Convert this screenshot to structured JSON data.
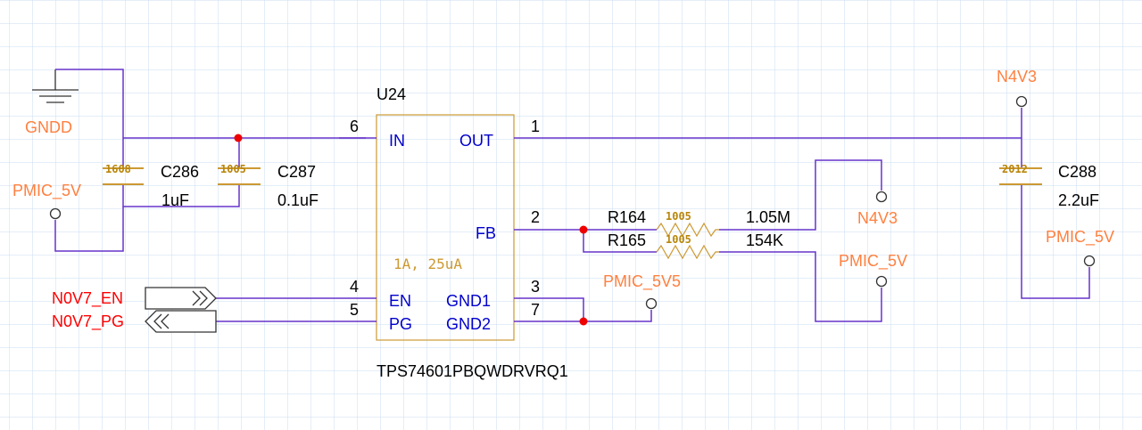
{
  "ic": {
    "ref": "U24",
    "part": "TPS74601PBQWDRVRQ1",
    "param": "1A, 25uA",
    "pins": {
      "in": "IN",
      "in_num": "6",
      "out": "OUT",
      "out_num": "1",
      "fb": "FB",
      "fb_num": "2",
      "en": "EN",
      "en_num": "4",
      "pg": "PG",
      "pg_num": "5",
      "gnd1": "GND1",
      "gnd1_num": "3",
      "gnd2": "GND2",
      "gnd2_num": "7"
    }
  },
  "capacitors": [
    {
      "ref": "C286",
      "value": "1uF",
      "package": "1608"
    },
    {
      "ref": "C287",
      "value": "0.1uF",
      "package": "1005"
    },
    {
      "ref": "C288",
      "value": "2.2uF",
      "package": "2012"
    }
  ],
  "resistors": [
    {
      "ref": "R164",
      "value": "1.05M",
      "package": "1005"
    },
    {
      "ref": "R165",
      "value": "154K",
      "package": "1005"
    }
  ],
  "nets": {
    "gndd": "GNDD",
    "pmic_5v_left": "PMIC_5V",
    "n4v3_top": "N4V3",
    "n4v3_fb": "N4V3",
    "pmic_5v_fb": "PMIC_5V",
    "pmic_5v_right": "PMIC_5V",
    "pmic_5v5": "PMIC_5V5"
  },
  "ports": {
    "en": "N0V7_EN",
    "pg": "N0V7_PG"
  },
  "colors": {
    "grid": "#c8dcf0",
    "wire": "#6633cc",
    "body": "#cc9933",
    "net_label": "#ff8040",
    "port_label": "#ff0000",
    "pin_label": "#0000cc",
    "junction": "#ee0000"
  }
}
